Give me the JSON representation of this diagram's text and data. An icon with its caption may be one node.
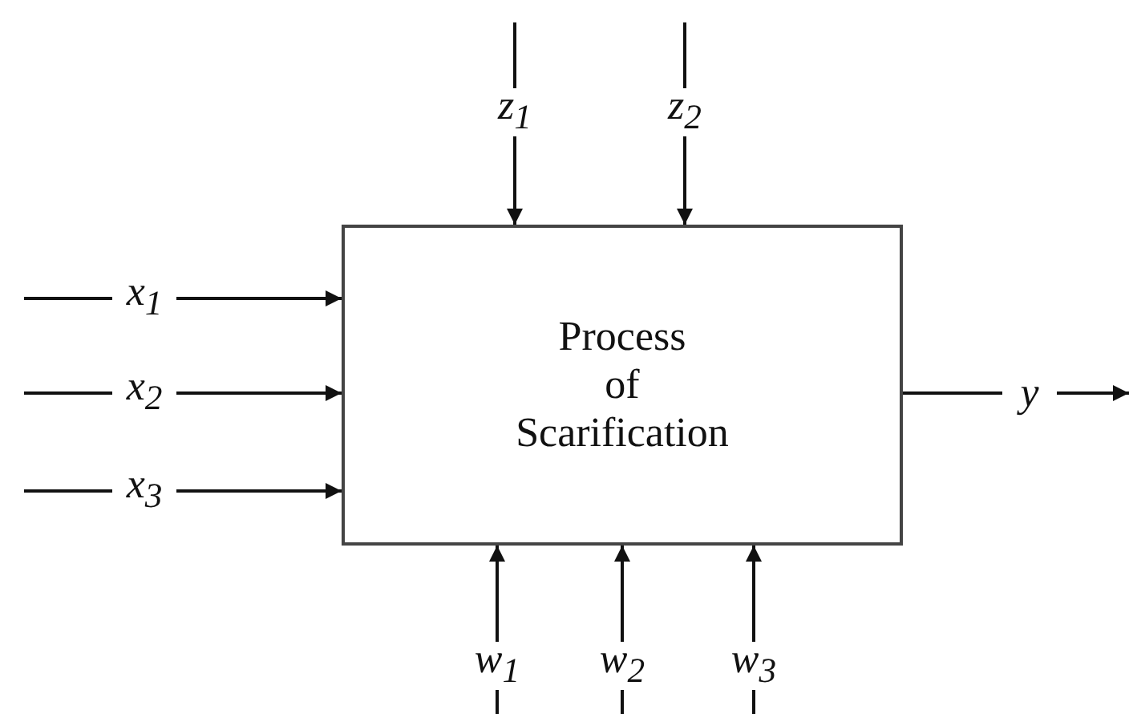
{
  "diagram": {
    "nodes": [
      {
        "text": [
          "Process of Scarification"
        ]
      },
      {
        "text": [
          "z$_{1}$"
        ]
      },
      {
        "text": [
          "z$_{2}$"
        ]
      },
      {
        "text": [
          "x$_{1}$"
        ]
      },
      {
        "text": [
          "x$_{2}$"
        ]
      },
      {
        "text": [
          "x$_{3}$"
        ]
      },
      {
        "text": [
          "y"
        ]
      },
      {
        "text": [
          "w$_{1}$"
        ]
      },
      {
        "text": [
          "w$_{2}$"
        ]
      },
      {
        "text": [
          "w$_{3}$"
        ]
      }
    ],
    "edges": [
      {
        "from": null,
        "to": 1,
        "arrow": "none"
      },
      {
        "from": 1,
        "to": 0,
        "arrow": "to"
      },
      {
        "from": null,
        "to": 2,
        "arrow": "none"
      },
      {
        "from": 2,
        "to": 0,
        "arrow": "to"
      },
      {
        "from": null,
        "to": 3,
        "arrow": "none"
      },
      {
        "from": 3,
        "to": 0,
        "arrow": "to"
      },
      {
        "from": null,
        "to": 4,
        "arrow": "none"
      },
      {
        "from": 4,
        "to": 0,
        "arrow": "to"
      },
      {
        "from": null,
        "to": 5,
        "arrow": "none"
      },
      {
        "from": 5,
        "to": 0,
        "arrow": "to"
      },
      {
        "from": 0,
        "to": 6,
        "arrow": "none"
      },
      {
        "from": 6,
        "to": null,
        "arrow": "to"
      },
      {
        "from": null,
        "to": 7,
        "arrow": "none"
      },
      {
        "from": 7,
        "to": 0,
        "arrow": "to"
      },
      {
        "from": null,
        "to": 8,
        "arrow": "none"
      },
      {
        "from": 8,
        "to": 0,
        "arrow": "to"
      },
      {
        "from": null,
        "to": 9,
        "arrow": "none"
      },
      {
        "from": 9,
        "to": 0,
        "arrow": "to"
      }
    ]
  }
}
